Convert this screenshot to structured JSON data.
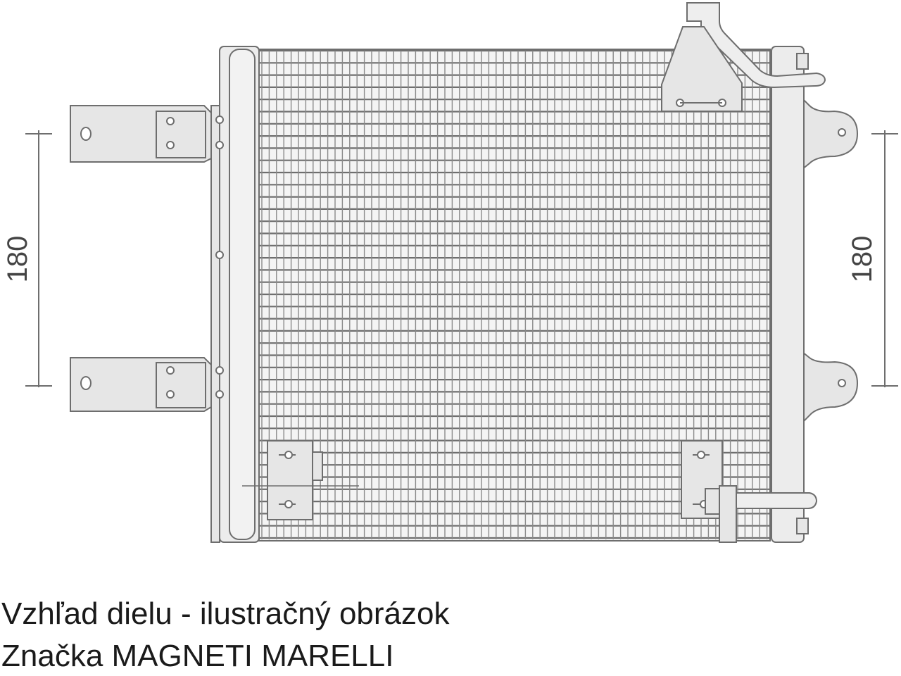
{
  "drawing": {
    "dimension_left": "180",
    "dimension_right": "180",
    "line_color": "#6e6e6e",
    "fill_color": "#e6e6e6"
  },
  "caption": {
    "line1": "Vzhľad dielu - ilustračný obrázok",
    "line2": "Značka MAGNETI MARELLI"
  }
}
